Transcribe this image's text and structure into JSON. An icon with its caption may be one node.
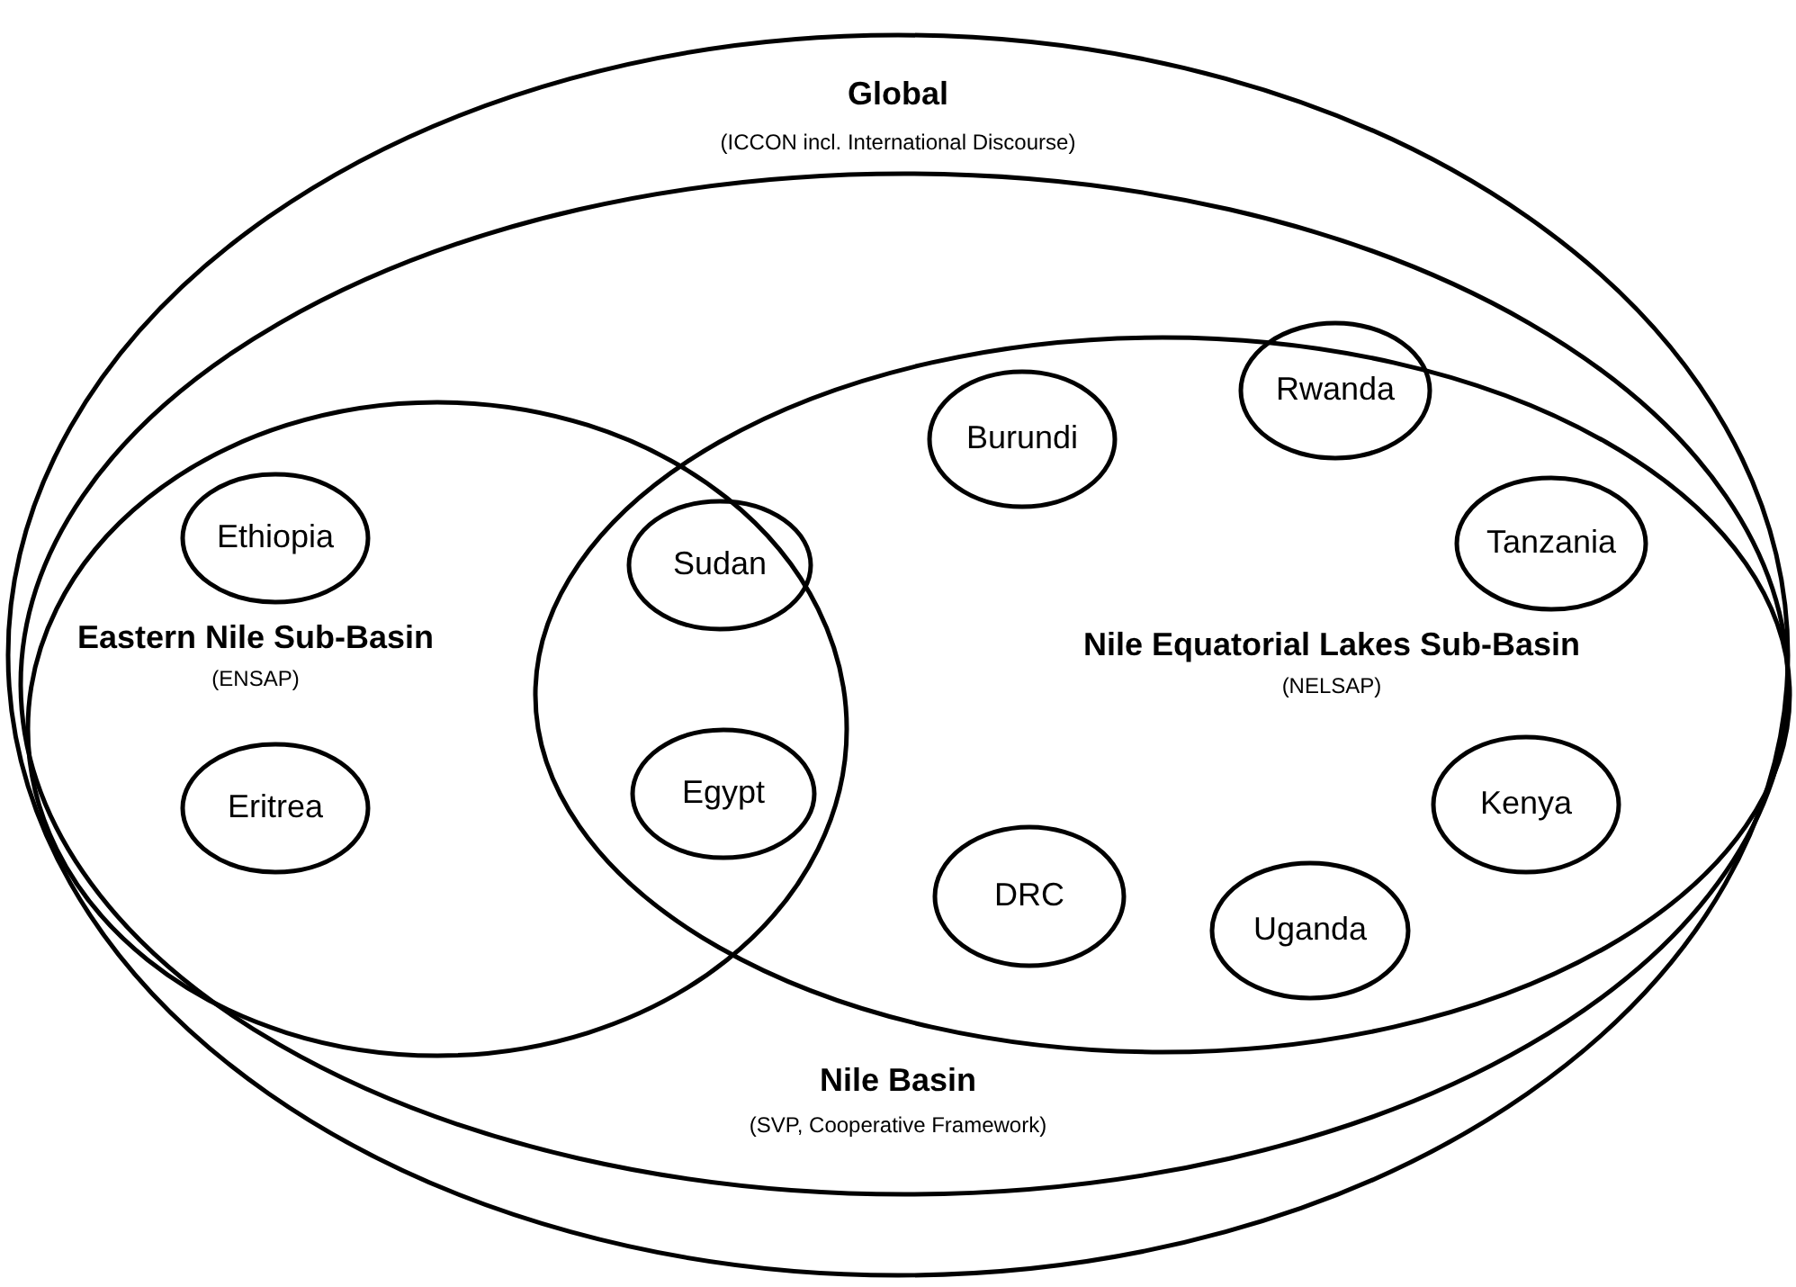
{
  "diagram": {
    "nodes": [
      {
        "text": [
          "Global",
          "(ICCON incl. International Discourse)"
        ]
      },
      {
        "text": [
          "Nile Basin",
          "(SVP, Cooperative Framework)"
        ],
        "in": 0
      },
      {
        "text": [
          "Eastern Nile Sub-Basin",
          "(ENSAP)"
        ],
        "in": 1
      },
      {
        "text": [
          "Nile Equatorial Lakes Sub-Basin",
          "(NELSAP)"
        ],
        "in": 1
      },
      {
        "text": [
          "Ethiopia"
        ],
        "in": 2
      },
      {
        "text": [
          "Eritrea"
        ],
        "in": 2
      },
      {
        "text": [
          "Sudan"
        ]
      },
      {
        "text": [
          "Egypt"
        ]
      },
      {
        "text": [
          "Burundi"
        ],
        "in": 3
      },
      {
        "text": [
          "Rwanda"
        ],
        "in": 3
      },
      {
        "text": [
          "Tanzania"
        ],
        "in": 3
      },
      {
        "text": [
          "Kenya"
        ],
        "in": 3
      },
      {
        "text": [
          "DRC"
        ],
        "in": 3
      },
      {
        "text": [
          "Uganda"
        ],
        "in": 3
      }
    ]
  }
}
